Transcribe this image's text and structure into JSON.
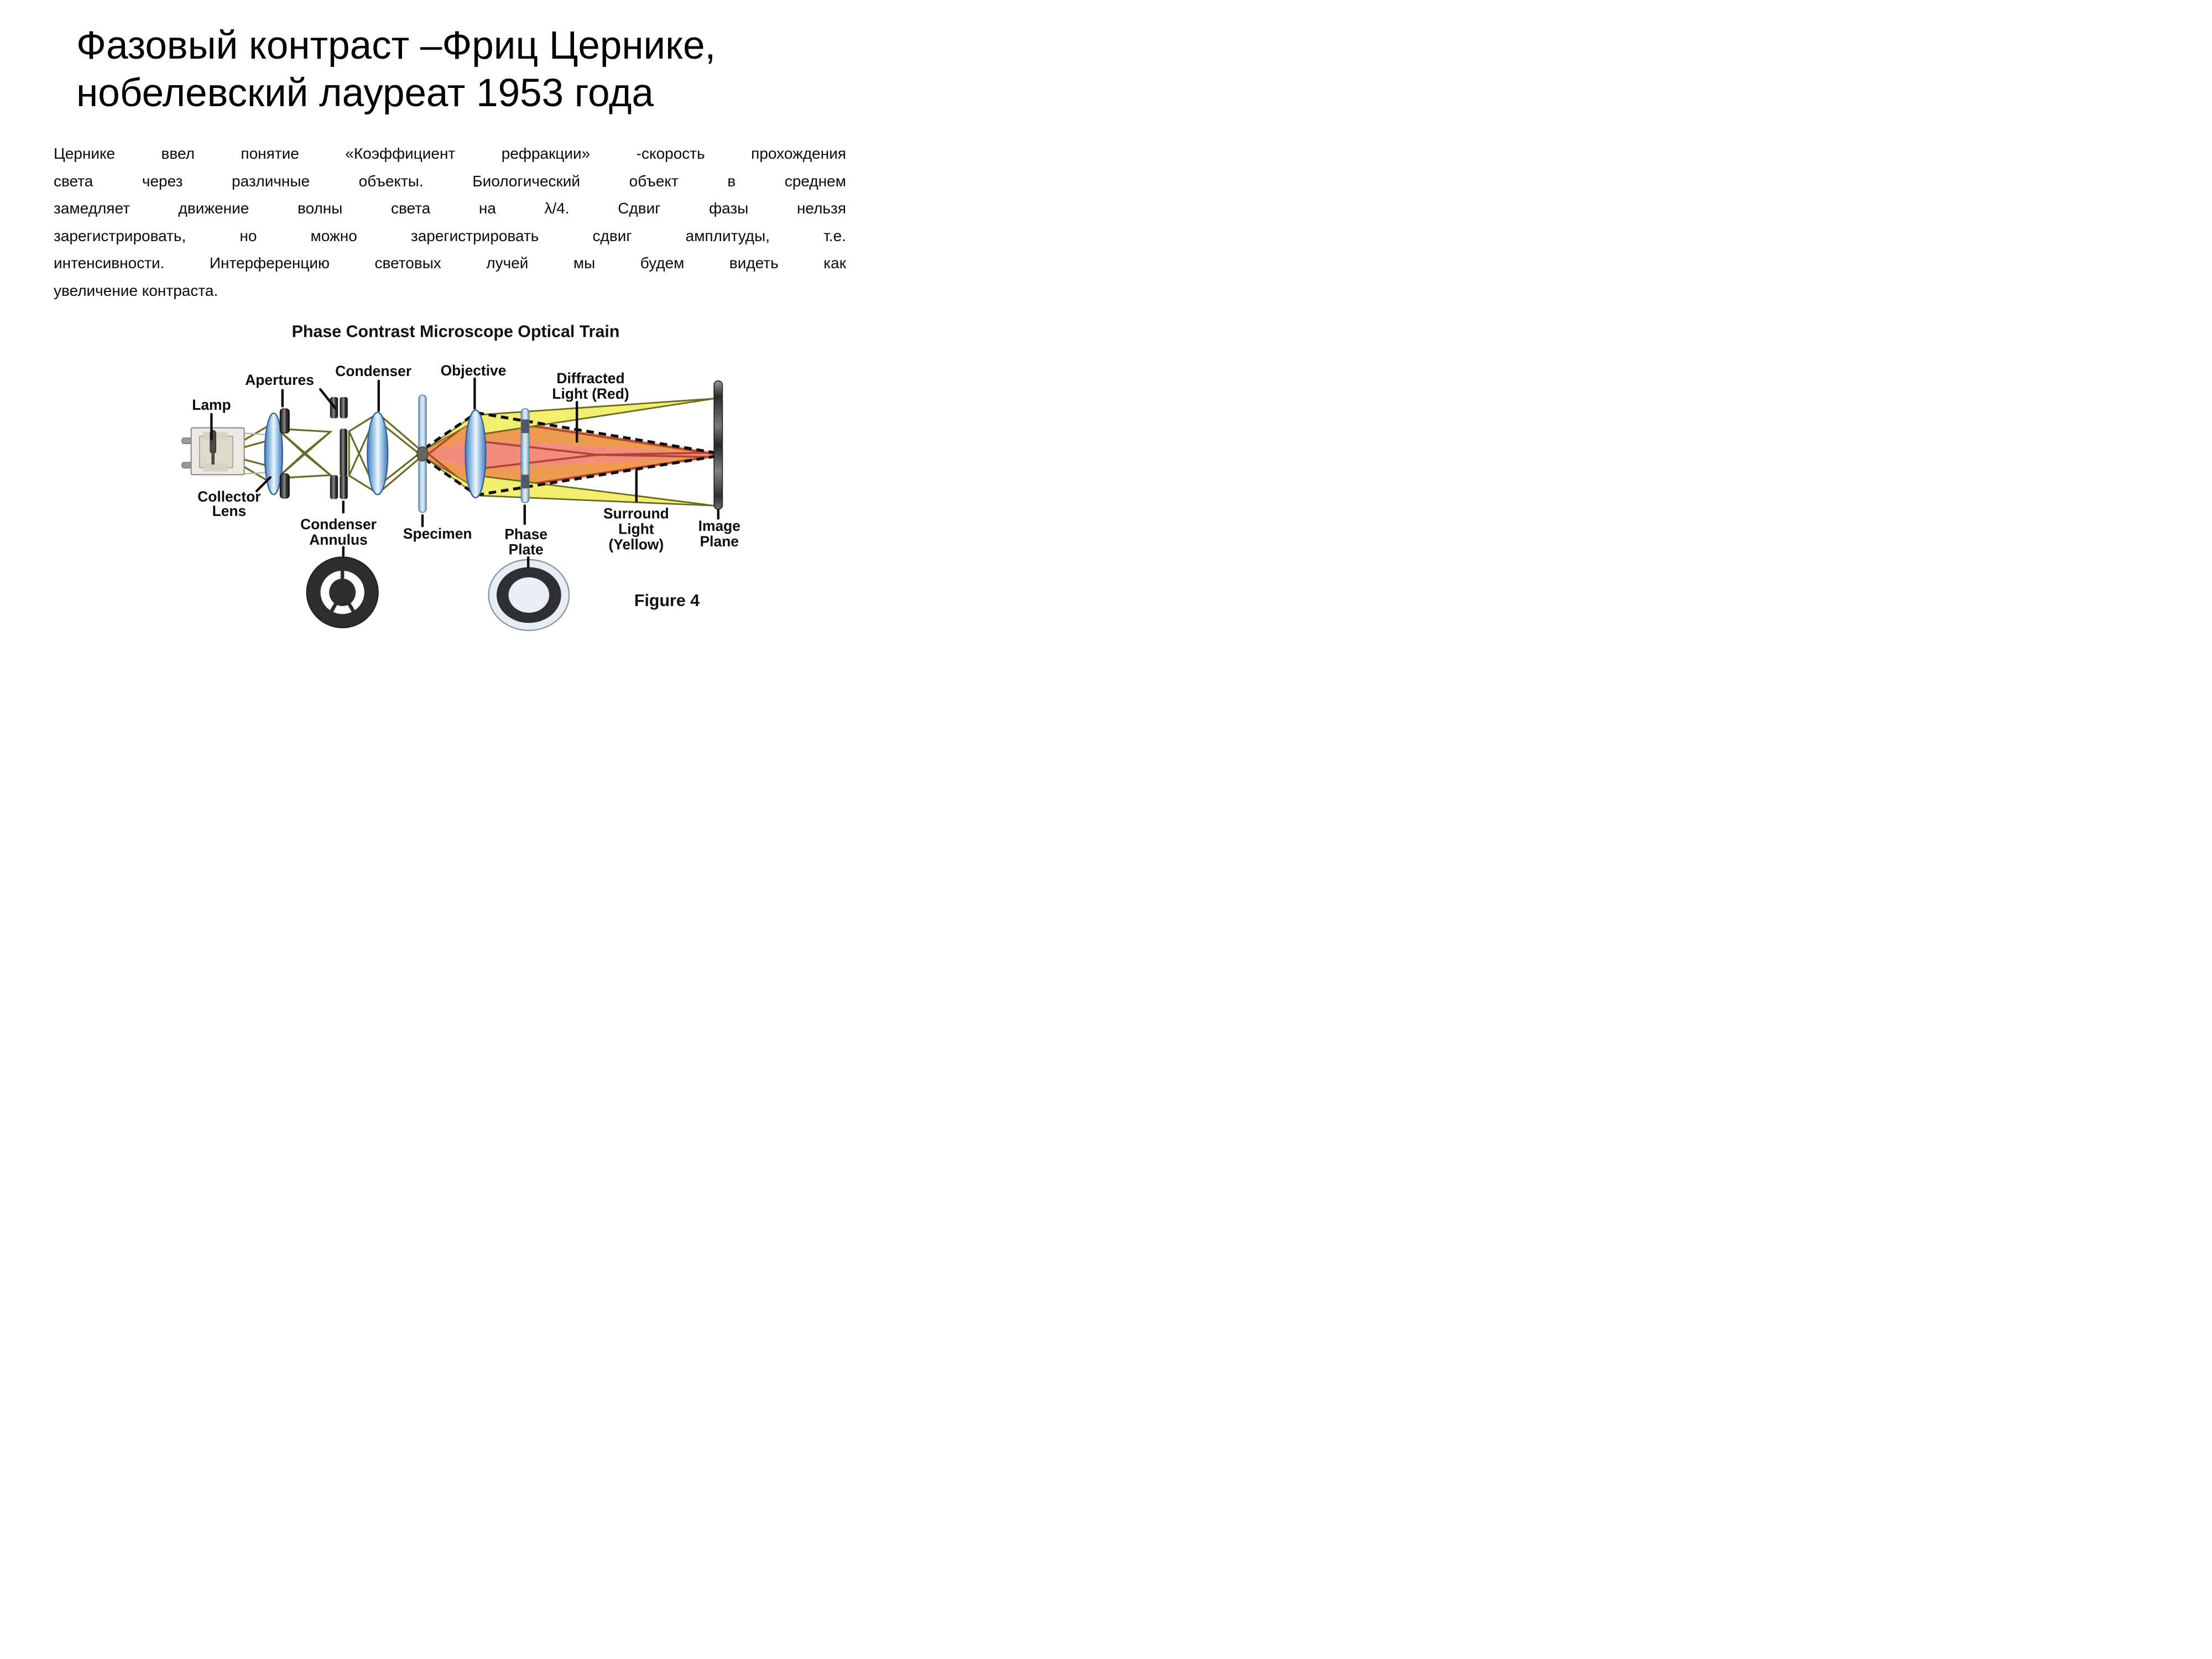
{
  "slide": {
    "title_line1": "Фазовый контраст –Фриц Цернике,",
    "title_line2": "нобелевский лауреат 1953 года",
    "paragraph_lines": [
      "Цернике ввел понятие «Коэффициент рефракции» -скорость прохождения",
      "света через различные объекты. Биологический объект в среднем",
      "замедляет движение волны света на λ/4. Сдвиг фазы нельзя",
      "зарегистрировать, но можно зарегистрировать сдвиг амплитуды, т.е.",
      "интенсивности. Интерференцию световых лучей мы будем видеть как",
      "увеличение контраста."
    ]
  },
  "figure": {
    "title": "Phase Contrast Microscope Optical Train",
    "caption": "Figure 4",
    "labels": {
      "lamp": "Lamp",
      "apertures": "Apertures",
      "condenser": "Condenser",
      "objective": "Objective",
      "diffracted_line1": "Diffracted",
      "diffracted_line2": "Light (Red)",
      "collector_line1": "Collector",
      "collector_line2": "Lens",
      "annulus_line1": "Condenser",
      "annulus_line2": "Annulus",
      "specimen": "Specimen",
      "phase_line1": "Phase",
      "phase_line2": "Plate",
      "surround_line1": "Surround",
      "surround_line2": "Light",
      "surround_line3": "(Yellow)",
      "image_line1": "Image",
      "image_line2": "Plane"
    },
    "colors": {
      "surround_yellow": "#f2ef6f",
      "olive_outline": "#6b6a22",
      "beam_orange": "#ee9a50",
      "diffracted_salmon": "#f28d7e",
      "ray_red": "#b24530",
      "lens_blue_edge": "#4d7db8",
      "lens_blue_light": "#e8f3fb",
      "plate_dark": "#2c2c2c",
      "text_black": "#0d0d0d"
    }
  }
}
